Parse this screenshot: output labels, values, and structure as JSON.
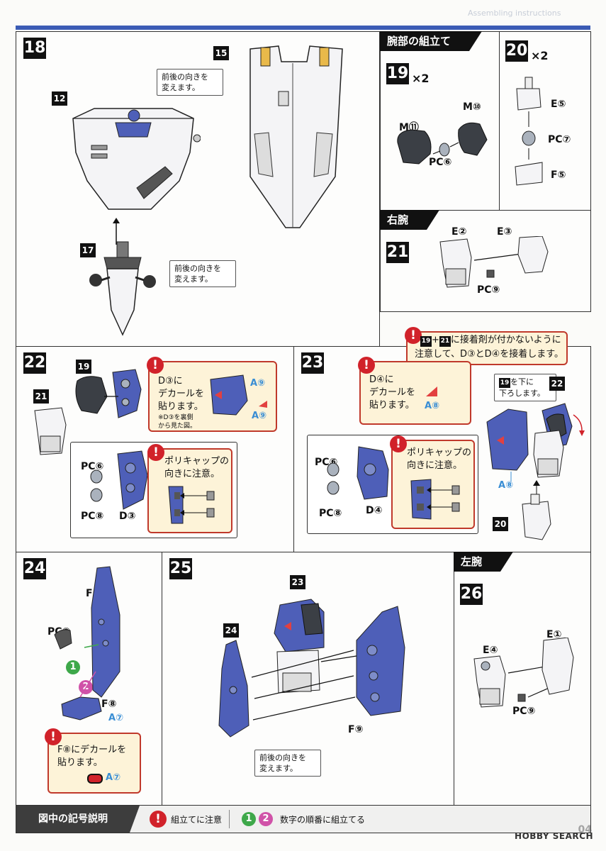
{
  "header": {
    "corner_title": "Assembling instructions"
  },
  "colors": {
    "blue_part": "#4e5fb8",
    "warning_red": "#d1222a",
    "label_blue": "#3a8ed4",
    "warning_bg": "#fdf3d8",
    "step_bg": "#111111",
    "accent_line": "#3b5bb5",
    "num_green": "#3ea84a",
    "num_pink": "#d052a8"
  },
  "step18": {
    "number": "18",
    "tag_12": "12",
    "tag_15": "15",
    "tag_17": "17",
    "note_top": "前後の向きを\n変えます。",
    "note_bottom": "前後の向きを\n変えます。"
  },
  "arm_section": {
    "title": "腕部の組立て"
  },
  "step19": {
    "number": "19",
    "multiplier": "×2",
    "labels": {
      "m11": "M⑪",
      "m10": "M⑩",
      "pc6": "PC⑥"
    }
  },
  "step20": {
    "number": "20",
    "multiplier": "×2",
    "labels": {
      "e5": "E⑤",
      "pc7": "PC⑦",
      "f5": "F⑤"
    }
  },
  "right_arm": {
    "title": "右腕"
  },
  "step21": {
    "number": "21",
    "labels": {
      "e2": "E②",
      "e3": "E③",
      "pc9": "PC⑨"
    }
  },
  "step22": {
    "number": "22",
    "tag_19": "19",
    "tag_21": "21",
    "warning_decal": {
      "line1": "D③に",
      "line2": "デカールを",
      "line3": "貼ります。",
      "note": "※D③を裏側\nから見た図。",
      "label_a9_top": "A⑨",
      "label_a9_bottom": "A⑨"
    },
    "warning_polycap": {
      "text": "ポリキャップの\n向きに注意。"
    },
    "labels": {
      "pc6": "PC⑥",
      "pc8": "PC⑧",
      "d3": "D③"
    }
  },
  "step23": {
    "number": "23",
    "warning_glue": {
      "tag19": "19",
      "plus": "+",
      "tag21": "21",
      "line1_rest": "に接着剤が付かないように",
      "line2": "注意して、D③とD④を接着します。"
    },
    "warning_decal": {
      "line1": "D④に",
      "line2": "デカールを",
      "line3": "貼ります。",
      "label_a8": "A⑧"
    },
    "warning_polycap": {
      "text": "ポリキャップの\n向きに注意。"
    },
    "note_down": {
      "tag": "19",
      "rest": "を下に",
      "line2": "下ろします。"
    },
    "tag_22": "22",
    "tag_20": "20",
    "labels": {
      "pc6": "PC⑥",
      "pc8": "PC⑧",
      "d4": "D④",
      "a8": "A⑧"
    }
  },
  "step24": {
    "number": "24",
    "labels": {
      "f7": "F⑦",
      "pc2": "PC②",
      "f8": "F⑧",
      "a7": "A⑦"
    },
    "order": {
      "one": "1",
      "two": "2"
    },
    "warning_decal": {
      "line1": "F⑧にデカールを",
      "line2": "貼ります。",
      "label_a7": "A⑦"
    }
  },
  "step25": {
    "number": "25",
    "tag_23": "23",
    "tag_24": "24",
    "labels": {
      "f9": "F⑨"
    },
    "note": "前後の向きを\n変えます。"
  },
  "left_arm": {
    "title": "左腕"
  },
  "step26": {
    "number": "26",
    "labels": {
      "e4": "E④",
      "e1": "E①",
      "pc9": "PC⑨"
    }
  },
  "footer": {
    "title": "図中の記号説明",
    "caution_text": "組立てに注意",
    "order_text": "数字の順番に組立てる",
    "num1": "1",
    "num2": "2"
  },
  "page": {
    "number": "04",
    "watermark": "HOBBY SEARCH"
  }
}
